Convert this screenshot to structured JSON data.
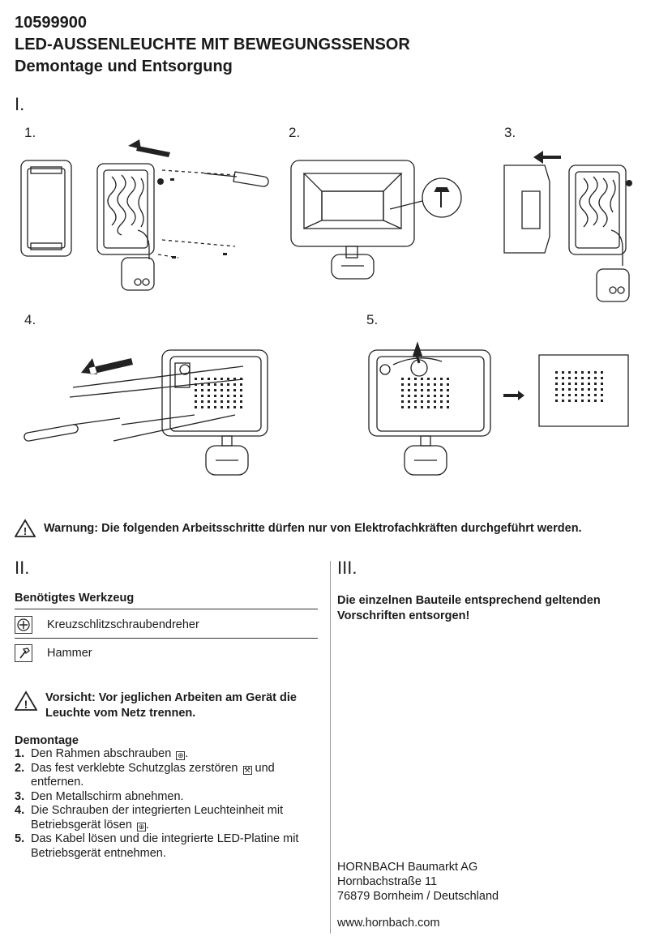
{
  "header": {
    "article_number": "10599900",
    "product_title": "LED-AUSSENLEUCHTE MIT BEWEGUNGSSENSOR",
    "subtitle": "Demontage und Entsorgung"
  },
  "section_i": {
    "marker": "I.",
    "steps": [
      "1.",
      "2.",
      "3.",
      "4.",
      "5."
    ]
  },
  "warning": {
    "text": "Warnung: Die folgenden Arbeitsschritte dürfen nur von Elektrofachkräften durchgeführt werden."
  },
  "section_ii": {
    "marker": "II.",
    "tools_title": "Benötigtes Werkzeug",
    "tools": [
      {
        "icon": "phillips-screwdriver-icon",
        "label": "Kreuzschlitzschraubendreher"
      },
      {
        "icon": "hammer-icon",
        "label": "Hammer"
      }
    ],
    "caution": {
      "line1": "Vorsicht: Vor jeglichen Arbeiten am Gerät die",
      "line2": "Leuchte vom Netz trennen."
    },
    "dismantling_title": "Demontage",
    "steps": [
      {
        "num": "1.",
        "text": "Den Rahmen abschrauben",
        "suffix": "."
      },
      {
        "num": "2.",
        "text": "Das fest verklebte Schutzglas zerstören",
        "suffix": " und entfernen."
      },
      {
        "num": "3.",
        "text": "Den Metallschirm abnehmen.",
        "suffix": ""
      },
      {
        "num": "4.",
        "text": "Die Schrauben der integrierten Leuchteinheit mit Betriebsgerät lösen",
        "suffix": "."
      },
      {
        "num": "5.",
        "text": "Das Kabel lösen und die integrierte LED-Platine mit Betriebsgerät entnehmen.",
        "suffix": ""
      }
    ]
  },
  "section_iii": {
    "marker": "III.",
    "disposal_line1": "Die einzelnen Bauteile entsprechend geltenden",
    "disposal_line2": "Vorschriften entsorgen!"
  },
  "company": {
    "name": "HORNBACH Baumarkt AG",
    "street": "Hornbachstraße 11",
    "city": "76879 Bornheim / Deutschland",
    "website": "www.hornbach.com"
  }
}
